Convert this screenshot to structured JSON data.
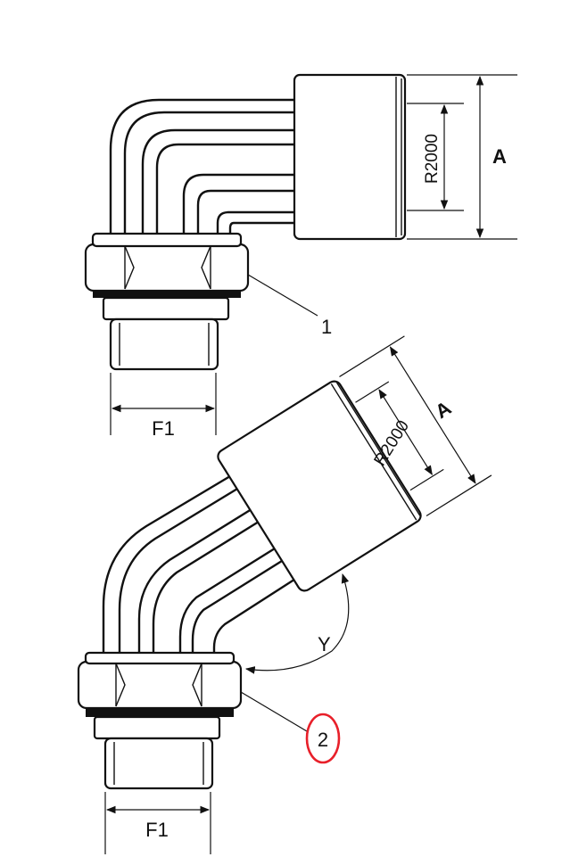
{
  "colors": {
    "line": "#111111",
    "highlight": "#e8202a",
    "background": "#ffffff"
  },
  "top": {
    "dim_outer": "A",
    "dim_inner": "R2000",
    "dim_thread": "F1",
    "callout": "1"
  },
  "bottom": {
    "dim_outer": "A",
    "dim_inner": "R2000",
    "dim_thread": "F1",
    "angle": "Y",
    "callout": "2"
  }
}
